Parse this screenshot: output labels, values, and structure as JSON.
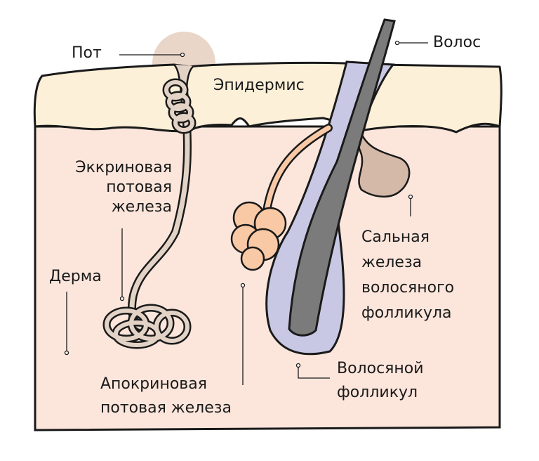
{
  "labels": {
    "sweat": "Пот",
    "hair": "Волос",
    "epidermis": "Эпидермис",
    "eccrine": [
      "Эккриновая",
      "потовая",
      "железа"
    ],
    "dermis": "Дерма",
    "sebaceous": [
      "Сальная",
      "железа",
      "волосяного",
      "фолликула"
    ],
    "apocrine": [
      "Апокриновая",
      "потовая железа"
    ],
    "follicle": [
      "Волосяной",
      "фолликул"
    ]
  },
  "colors": {
    "epidermis": "#fdf0d8",
    "dermis": "#fce6dc",
    "follicle": "#c9c8e4",
    "hair": "#7b7b7b",
    "eccrine": "#e3d3c6",
    "apocrine": "#f9c9a6",
    "sebaceous": "#d4b8a8",
    "outline": "#1a1a1a"
  }
}
